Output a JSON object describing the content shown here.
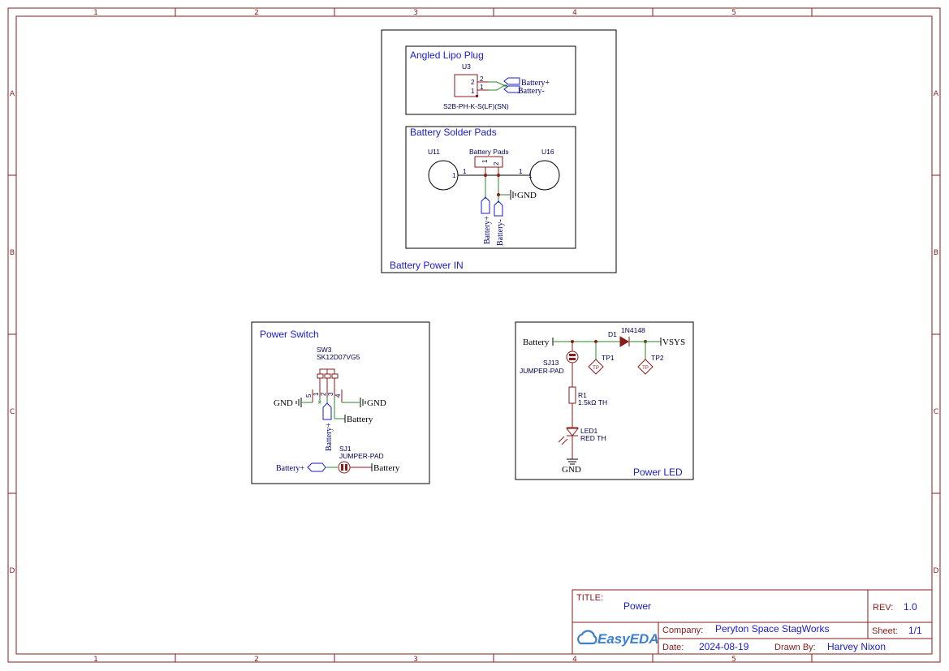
{
  "frame": {
    "col_labels": [
      "1",
      "2",
      "3",
      "4",
      "5"
    ],
    "row_labels": [
      "A",
      "B",
      "C",
      "D"
    ]
  },
  "blocks": {
    "battery_power_in": {
      "title": "Battery Power IN"
    },
    "angled_lipo_plug": {
      "title": "Angled Lipo Plug",
      "ref": "U3",
      "part": "S2B-PH-K-S(LF)(SN)",
      "pins": [
        "2",
        "1",
        "2",
        "1"
      ],
      "nets": [
        "Battery+",
        "Battery-"
      ]
    },
    "battery_solder_pads": {
      "title": "Battery Solder Pads",
      "refs": [
        "U11",
        "Battery Pads",
        "U16"
      ],
      "pins": [
        "1",
        "1",
        "1",
        "2",
        "1"
      ],
      "nets": [
        "Battery+",
        "Battery-",
        "GND"
      ]
    },
    "power_switch": {
      "title": "Power Switch",
      "switch_ref": "SW3",
      "switch_part": "SK12D07VG5",
      "switch_pins": [
        "5",
        "1",
        "2",
        "3",
        "4"
      ],
      "nets": [
        "GND",
        "GND",
        "Battery",
        "Battery+"
      ],
      "jumper_ref": "SJ1",
      "jumper_part": "JUMPER-PAD",
      "jumper_nets": [
        "Battery+",
        "Battery"
      ]
    },
    "power_led": {
      "title": "Power LED",
      "diode_ref": "D1",
      "diode_part": "1N4148",
      "tp1": "TP1",
      "tp2": "TP2",
      "tp_glyph": "TP",
      "jumper_ref": "SJ13",
      "jumper_part": "JUMPER-PAD",
      "resistor_ref": "R1",
      "resistor_value": "1.5kΩ TH",
      "led_ref": "LED1",
      "led_value": "RED TH",
      "nets": [
        "Battery",
        "VSYS",
        "GND"
      ]
    }
  },
  "title_block": {
    "title_label": "TITLE:",
    "title_value": "Power",
    "rev_label": "REV:",
    "rev_value": "1.0",
    "company_label": "Company:",
    "company_value": "Peryton Space StagWorks",
    "sheet_label": "Sheet:",
    "sheet_value": "1/1",
    "date_label": "Date:",
    "date_value": "2024-08-19",
    "drawn_label": "Drawn By:",
    "drawn_value": "Harvey Nixon",
    "logo_text": "EasyEDA",
    "logo_icon": "cloud-icon"
  }
}
